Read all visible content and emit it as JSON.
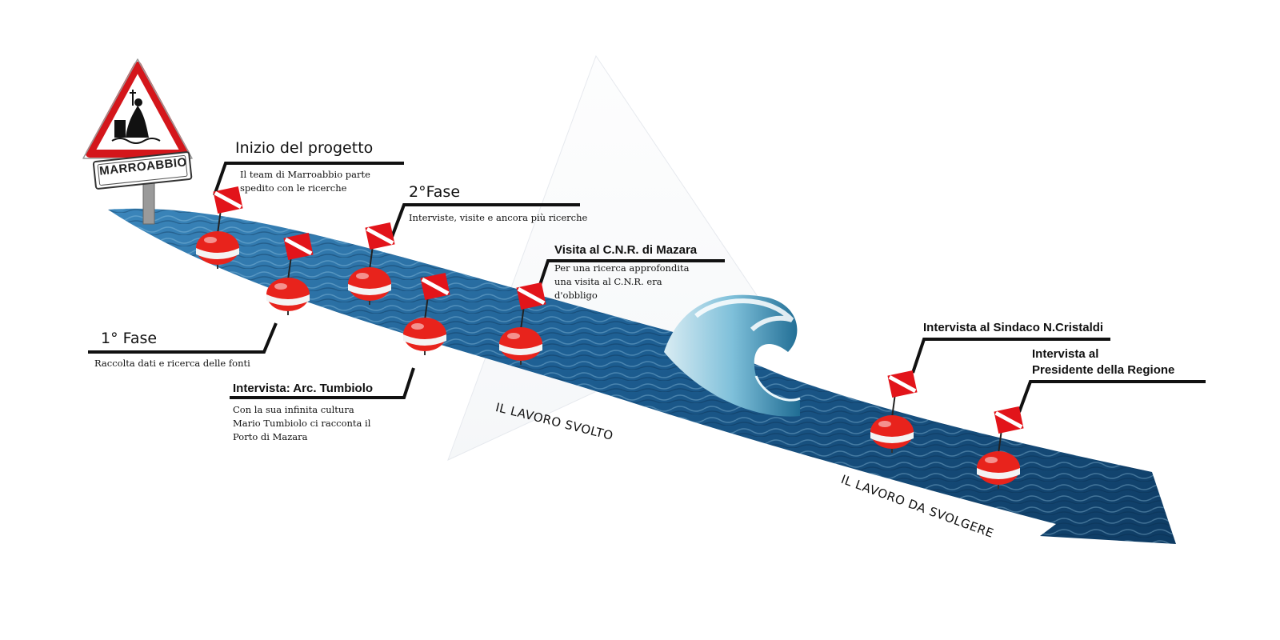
{
  "sign": {
    "name": "MARROABBIO",
    "accent_letter": "A",
    "accent_mark": "`"
  },
  "stages": [
    {
      "title": "Inizio del progetto",
      "description": "Il team di Marroabbio parte spedito con le ricerche"
    },
    {
      "title": "1° Fase",
      "description": "Raccolta dati e ricerca delle fonti"
    },
    {
      "title": "2°Fase",
      "description": "Interviste, visite e ancora più ricerche"
    },
    {
      "title": "Intervista: Arc. Tumbiolo",
      "description": "Con la sua infinita cultura Mario Tumbiolo ci racconta il Porto di Mazara"
    },
    {
      "title": "Visita al C.N.R. di Mazara",
      "description": "Per una ricerca approfondita una visita al C.N.R. era d'obbligo"
    },
    {
      "title": "Intervista al Sindaco N.Cristaldi",
      "description": ""
    },
    {
      "title": "Intervista al\nPresidente della Regione",
      "description": ""
    }
  ],
  "sections": {
    "done": "IL LAVORO SVOLTO",
    "todo": "IL LAVORO DA SVOLGERE"
  },
  "colors": {
    "sea_dark": "#0d3d66",
    "sea_mid": "#1f6a9e",
    "sea_light": "#5aa2c8",
    "buoy_red": "#e8231c",
    "buoy_white": "#f4f4f4",
    "flag_red": "#e2141a",
    "sign_red": "#d4161b"
  }
}
